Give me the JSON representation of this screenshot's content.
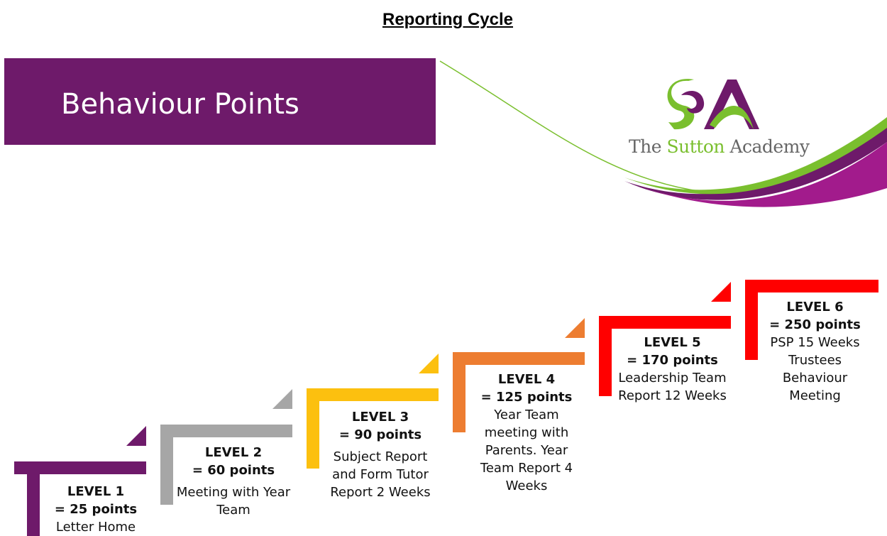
{
  "document": {
    "title": "Reporting Cycle"
  },
  "banner": {
    "title": "Behaviour Points"
  },
  "logo": {
    "monogram": "SA",
    "name_prefix": "The ",
    "name_accent": "Sutton",
    "name_suffix": " Academy"
  },
  "colors": {
    "purple": "#6e1a6a",
    "green": "#7abf2e",
    "grey": "#a6a6a6",
    "yellow": "#fcc00f",
    "orange": "#ed7d31",
    "red": "#ff0000"
  },
  "levels": [
    {
      "level": "LEVEL 1",
      "points": "= 25 points",
      "action": "Letter Home",
      "color": "purple"
    },
    {
      "level": "LEVEL 2",
      "points": "= 60 points",
      "action": "Meeting with Year Team",
      "color": "grey"
    },
    {
      "level": "LEVEL 3",
      "points": "= 90 points",
      "action": "Subject Report and Form Tutor Report 2 Weeks",
      "color": "yellow"
    },
    {
      "level": "LEVEL 4",
      "points": "= 125 points",
      "action": "Year Team meeting with Parents. Year Team Report 4 Weeks",
      "color": "orange"
    },
    {
      "level": "LEVEL 5",
      "points": "= 170 points",
      "action": "Leadership Team Report 12 Weeks",
      "color": "red"
    },
    {
      "level": "LEVEL 6",
      "points": "= 250 points",
      "action": "PSP 15 Weeks Trustees Behaviour Meeting",
      "color": "red"
    }
  ]
}
